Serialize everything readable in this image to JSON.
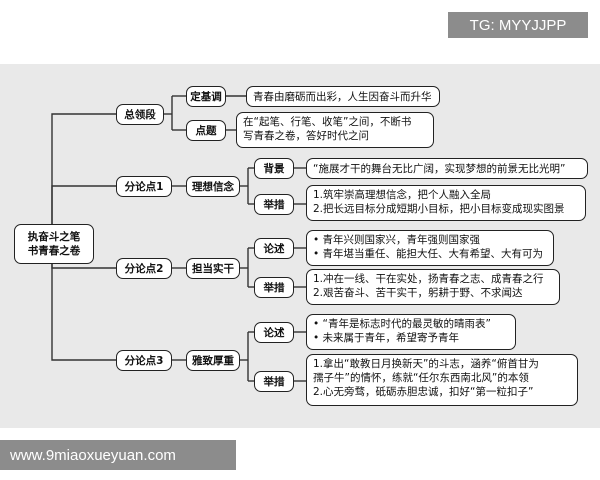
{
  "watermarks": {
    "top": "TG: MYYJJPP",
    "bottom": "www.9miaoxueyuan.com"
  },
  "root": {
    "line1": "执奋斗之笔",
    "line2": "书青春之卷"
  },
  "branches": {
    "intro": {
      "label": "总领段",
      "tone": {
        "label": "定基调",
        "content": "青春由磨砺而出彩，人生因奋斗而升华"
      },
      "point": {
        "label": "点题",
        "line1": "在“起笔、行笔、收笔”之间，不断书",
        "line2": "写青春之卷，答好时代之问"
      }
    },
    "p1": {
      "label": "分论点1",
      "topic": "理想信念",
      "background": {
        "label": "背景",
        "content": "“施展才干的舞台无比广阔，实现梦想的前景无比光明”"
      },
      "measures": {
        "label": "举措",
        "line1": "1.筑牢崇高理想信念，把个人融入全局",
        "line2": "2.把长远目标分成短期小目标，把小目标变成现实图景"
      }
    },
    "p2": {
      "label": "分论点2",
      "topic": "担当实干",
      "argument": {
        "label": "论述",
        "line1": "青年兴则国家兴，青年强则国家强",
        "line2": "青年堪当重任、能担大任、大有希望、大有可为"
      },
      "measures": {
        "label": "举措",
        "line1": "1.冲在一线、干在实处，扬青春之志、成青春之行",
        "line2": "2.艰苦奋斗、苦干实干，躬耕于野、不求闻达"
      }
    },
    "p3": {
      "label": "分论点3",
      "topic": "雅致厚重",
      "argument": {
        "label": "论述",
        "line1": "“青年是标志时代的最灵敏的晴雨表”",
        "line2": "未来属于青年，希望寄予青年"
      },
      "measures": {
        "label": "举措",
        "line1": "1.拿出“敢教日月换新天”的斗志，涵养“俯首甘为",
        "line2": "孺子牛”的情怀，练就“任尔东西南北风”的本领",
        "line3": "2.心无旁骛，砥砺赤胆忠诚，扣好“第一粒扣子”"
      }
    }
  }
}
